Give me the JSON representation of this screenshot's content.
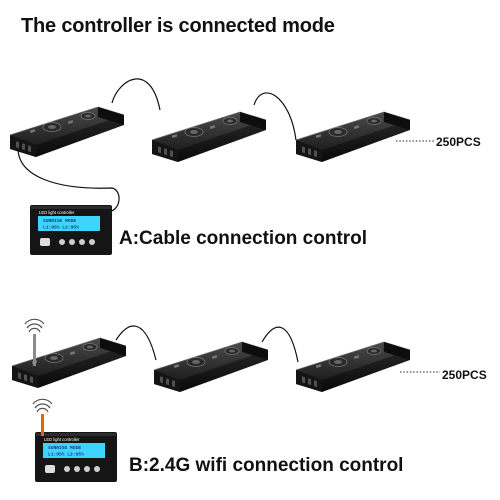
{
  "title": "The controller is connected mode",
  "section_a": {
    "caption": "A:Cable connection control",
    "count_label": "250PCS",
    "controller": {
      "label": "LED light controller",
      "screen_line1": "SUNRISE MODE",
      "screen_line2": "L1:95%  L2:95%"
    }
  },
  "section_b": {
    "caption": "B:2.4G wifi  connection control",
    "count_label": "250PCS",
    "controller": {
      "label": "LED light controller",
      "screen_line1": "SUNRISE MODE",
      "screen_line2": "L1:95%  L2:95%"
    }
  },
  "colors": {
    "fixture_body": "#1c1c1c",
    "fixture_top": "#3a3a3a",
    "controller_screen": "#3fd4ff",
    "cable": "#111111"
  }
}
